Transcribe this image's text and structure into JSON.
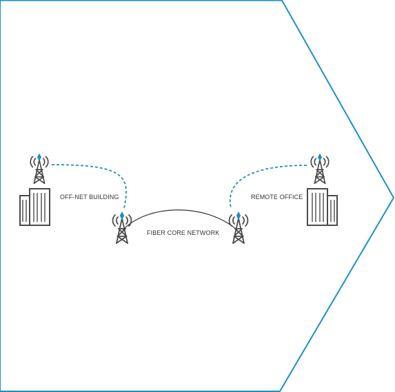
{
  "labels": {
    "off_net_building": "OFF-NET BUILDING",
    "fiber_core_network": "FIBER CORE NETWORK",
    "remote_office": "REMOTE OFFICE"
  },
  "colors": {
    "frame": "#1a8fc8",
    "accent": "#1a8fc8",
    "icon": "#4a4a4a",
    "core_link": "#333333",
    "wireless_link": "#1a8fc8"
  },
  "icons": {
    "tower": "radio-tower-icon",
    "building": "office-building-icon"
  }
}
